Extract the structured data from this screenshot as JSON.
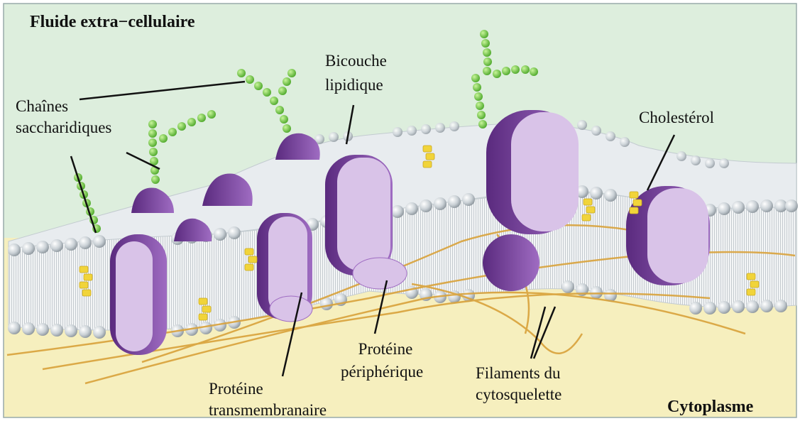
{
  "regions": {
    "top": "Fluide extra−cellulaire",
    "bottom": "Cytoplasme"
  },
  "labels": {
    "sugar_line1": "Chaînes",
    "sugar_line2": "saccharidiques",
    "bilayer_line1": "Bicouche",
    "bilayer_line2": "lipidique",
    "cholesterol": "Cholestérol",
    "peripheral_line1": "Protéine",
    "peripheral_line2": "périphérique",
    "transmembrane_line1": "Protéine",
    "transmembrane_line2": "transmembranaire",
    "filaments_line1": "Filaments du",
    "filaments_line2": "cytosquelette"
  },
  "colors": {
    "extracellular": "#ddeedd",
    "cytoplasm": "#f6efbe",
    "head": "#c9d0d5",
    "protein_dark": "#7b3f9e",
    "protein_light": "#d9c3e8",
    "sugar": "#6fcf3c",
    "cholesterol": "#f1d43a",
    "filament": "#d9a23b"
  }
}
